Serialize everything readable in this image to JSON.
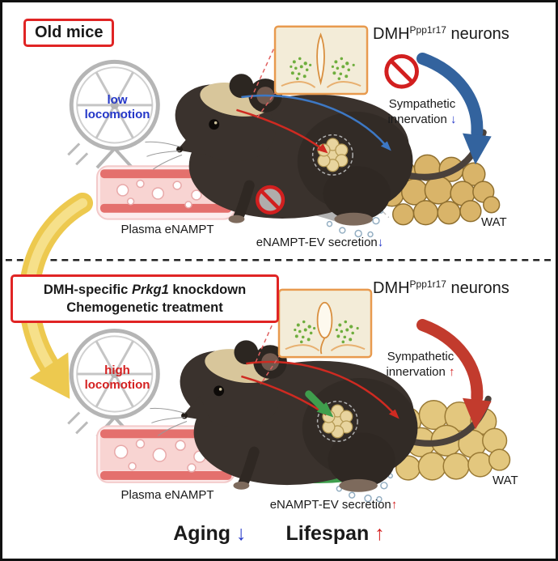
{
  "colors": {
    "accent_red": "#e02424",
    "accent_blue": "#2336c8",
    "arrow_blue": "#33639e",
    "arrow_red": "#c23b2d",
    "arrow_green": "#3f9e4d",
    "arrow_yellow": "#edc94f",
    "wat_tan": "#d9b469",
    "vessel_pink": "#f8d4d2"
  },
  "top_panel": {
    "label": "Old mice",
    "locomotion_line1": "low",
    "locomotion_line2": "locomotion",
    "neurons_prefix": "DMH",
    "neurons_sup": "Ppp1r17",
    "neurons_suffix": "neurons",
    "sympathetic_line1": "Sympathetic",
    "sympathetic_line2": "innervation",
    "sympathetic_arrow": "↓",
    "plasma_label": "Plasma eNAMPT",
    "ev_label": "eNAMPT-EV secretion",
    "ev_arrow": "↓",
    "wat_label": "WAT"
  },
  "bottom_panel": {
    "label_line1_prefix": "DMH-specific ",
    "label_line1_gene": "Prkg1",
    "label_line1_suffix": " knockdown",
    "label_line2": "Chemogenetic treatment",
    "locomotion_line1": "high",
    "locomotion_line2": "locomotion",
    "neurons_prefix": "DMH",
    "neurons_sup": "Ppp1r17",
    "neurons_suffix": "neurons",
    "sympathetic_line1": "Sympathetic",
    "sympathetic_line2": "innervation",
    "sympathetic_arrow": "↑",
    "plasma_label": "Plasma eNAMPT",
    "ev_label": "eNAMPT-EV secretion",
    "ev_arrow": "↑",
    "wat_label": "WAT"
  },
  "footer": {
    "aging_label": "Aging",
    "aging_arrow": "↓",
    "lifespan_label": "Lifespan",
    "lifespan_arrow": "↑"
  }
}
